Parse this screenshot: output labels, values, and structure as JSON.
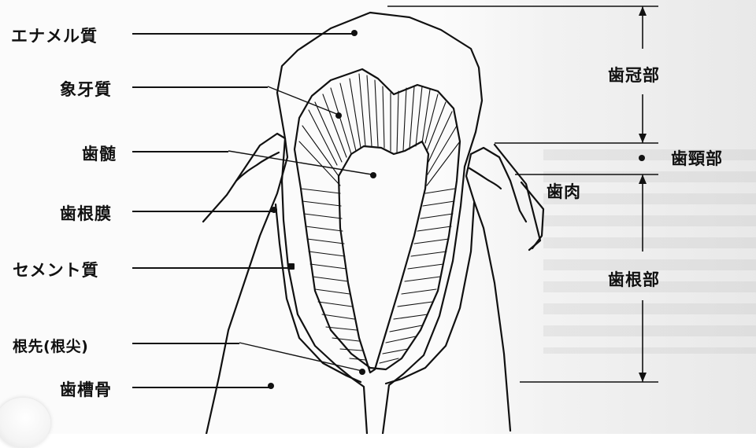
{
  "left_labels": {
    "enamel": "エナメル質",
    "dentin": "象牙質",
    "pulp": "歯髄",
    "periodontal_ligament": "歯根膜",
    "cementum": "セメント質",
    "apex": "根先(根尖)",
    "alveolar_bone": "歯槽骨"
  },
  "right_labels": {
    "crown": "歯冠部",
    "neck": "歯頸部",
    "gum": "歯肉",
    "root": "歯根部"
  }
}
